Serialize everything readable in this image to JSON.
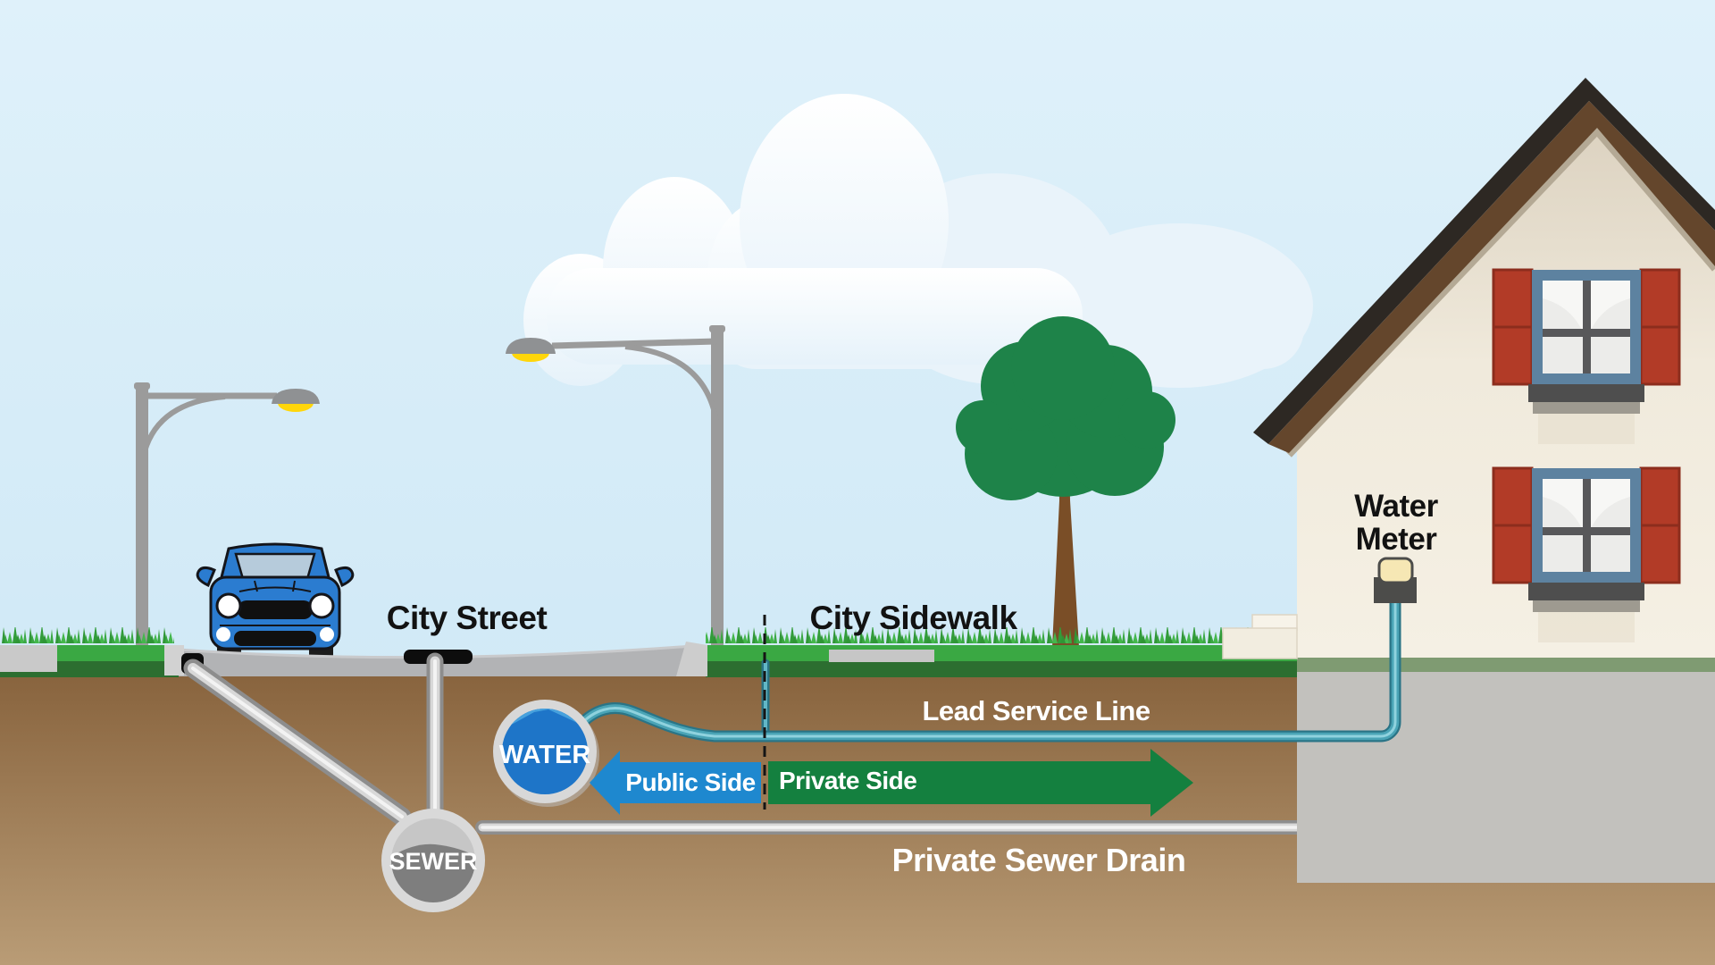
{
  "diagram": {
    "labels": {
      "city_street": "City Street",
      "city_sidewalk": "City Sidewalk",
      "water_meter": "Water Meter",
      "lead_service_line": "Lead Service Line",
      "public_side": "Public Side",
      "private_side": "Private Side",
      "private_sewer_drain": "Private Sewer Drain",
      "water_main": "WATER",
      "sewer_main": "SEWER"
    },
    "colors": {
      "sky": "#d7edf8",
      "soil_top": "#86613b",
      "soil_bottom": "#b99c76",
      "grass": "#3aa843",
      "grass_dark": "#2c6e30",
      "street_gray": "#b2b3b5",
      "water_main_blue": "#1e75c8",
      "water_surface_blue": "#47a1dd",
      "sewer_gray": "#7e7e7e",
      "lead_pipe_teal": "#4aa4b6",
      "public_arrow_blue": "#1e88cf",
      "private_arrow_green": "#14803f",
      "house_wall": "#f4efe2",
      "roof_brown": "#64462c",
      "shutter_red": "#b23b27",
      "lamp_yellow": "#ffd60a"
    }
  }
}
